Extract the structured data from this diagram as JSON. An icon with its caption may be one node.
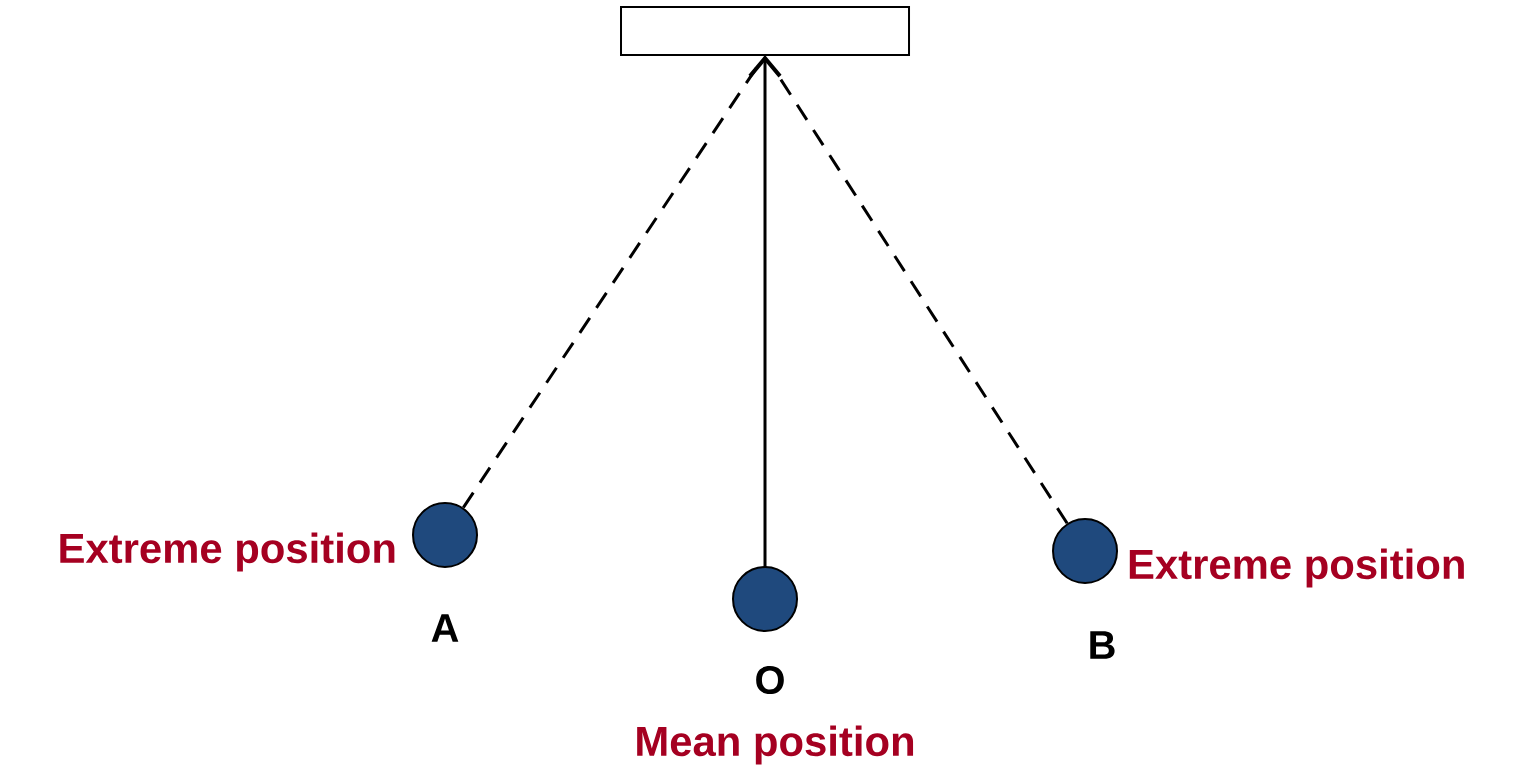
{
  "diagram": {
    "nodes": [
      {
        "text": [],
        "shape": "box"
      },
      {
        "text": [],
        "shape": "circle",
        "beside": [
          "Extreme position",
          "A"
        ]
      },
      {
        "text": [],
        "shape": "circle",
        "beside": [
          "O",
          "Mean position"
        ]
      },
      {
        "text": [],
        "shape": "circle",
        "beside": [
          "Extreme position",
          "B"
        ]
      }
    ],
    "edges": [
      {
        "from": 1,
        "to": 0,
        "arrow": "none",
        "style": "dashed"
      },
      {
        "from": 2,
        "to": 0,
        "arrow": "to"
      },
      {
        "from": 3,
        "to": 0,
        "arrow": "none",
        "style": "dashed"
      }
    ]
  }
}
